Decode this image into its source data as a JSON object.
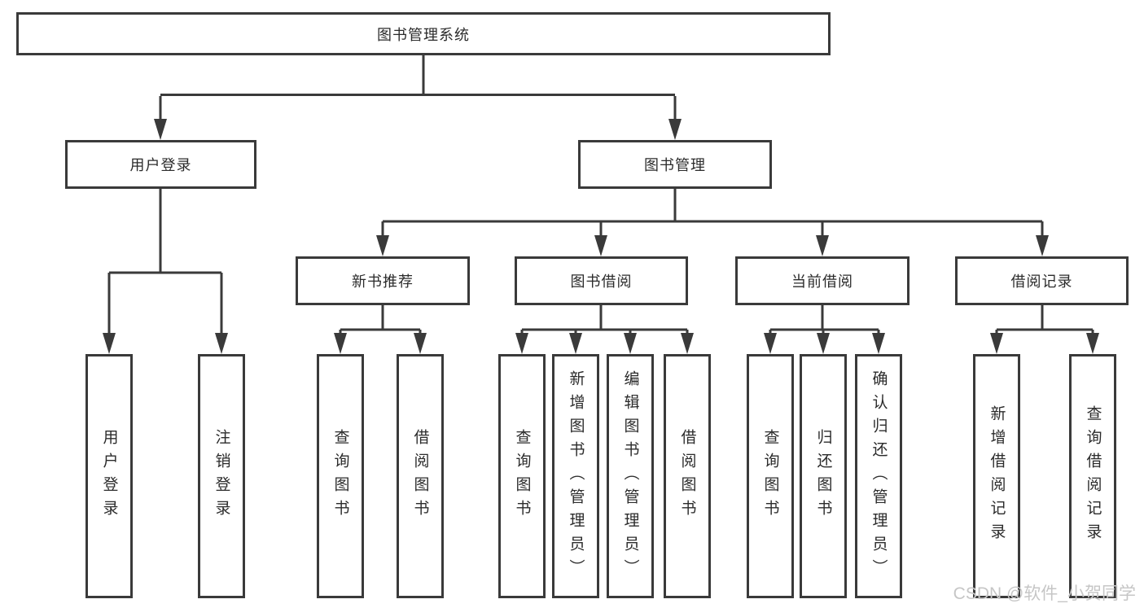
{
  "diagram": {
    "title_node": {
      "label": "图书管理系统"
    },
    "level2": [
      {
        "id": "user-login",
        "label": "用户登录"
      },
      {
        "id": "book-management",
        "label": "图书管理"
      }
    ],
    "level3": [
      {
        "id": "new-book-recommend",
        "parent": "图书管理",
        "label": "新书推荐"
      },
      {
        "id": "book-borrow",
        "parent": "图书管理",
        "label": "图书借阅"
      },
      {
        "id": "current-borrow",
        "parent": "图书管理",
        "label": "当前借阅"
      },
      {
        "id": "borrow-records",
        "parent": "图书管理",
        "label": "借阅记录"
      }
    ],
    "leaves": [
      {
        "parent": "用户登录",
        "label": "用户登录"
      },
      {
        "parent": "用户登录",
        "label": "注销登录"
      },
      {
        "parent": "新书推荐",
        "label": "查询图书"
      },
      {
        "parent": "新书推荐",
        "label": "借阅图书"
      },
      {
        "parent": "图书借阅",
        "label": "查询图书"
      },
      {
        "parent": "图书借阅",
        "label": "新增图书（管理员）"
      },
      {
        "parent": "图书借阅",
        "label": "编辑图书（管理员）"
      },
      {
        "parent": "图书借阅",
        "label": "借阅图书"
      },
      {
        "parent": "当前借阅",
        "label": "查询图书"
      },
      {
        "parent": "当前借阅",
        "label": "归还图书"
      },
      {
        "parent": "当前借阅",
        "label": "确认归还（管理员）"
      },
      {
        "parent": "借阅记录",
        "label": "新增借阅记录"
      },
      {
        "parent": "借阅记录",
        "label": "查询借阅记录"
      }
    ]
  },
  "watermark": {
    "text": "CSDN @软件_小贺同学"
  },
  "colors": {
    "line": "#3a3a3a",
    "box_border": "#3a3a3a",
    "text": "#2b2b2b",
    "watermark": "#c6c6c6",
    "background": "#ffffff"
  }
}
